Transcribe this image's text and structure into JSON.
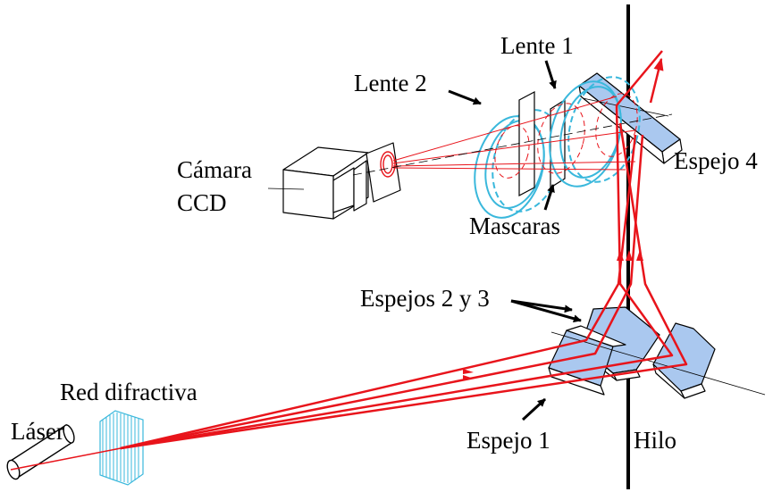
{
  "labels": {
    "lente1": "Lente 1",
    "lente2": "Lente 2",
    "espejo4": "Espejo 4",
    "camara_line1": "Cámara",
    "camara_line2": "CCD",
    "mascaras": "Mascaras",
    "espejos23": "Espejos 2 y 3",
    "red": "Red difractiva",
    "laser": "Láser",
    "espejo1": "Espejo 1",
    "hilo": "Hilo"
  },
  "colors": {
    "beam": "#e8141b",
    "lens": "#3ab8dc",
    "mirror_fill": "#aac8ef",
    "outline": "#000000"
  }
}
